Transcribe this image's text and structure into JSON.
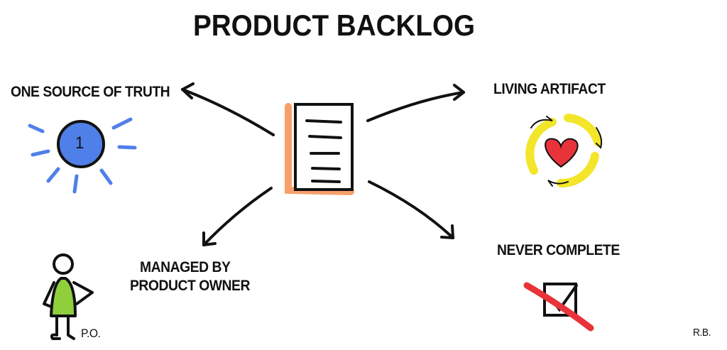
{
  "title": "PRODUCT BACKLOG",
  "nodes": {
    "source": {
      "label": "ONE SOURCE OF TRUTH",
      "badge": "1",
      "color": "#4f7fe8"
    },
    "living": {
      "label": "LIVING ARTIFACT",
      "heart_color": "#e8333a",
      "cycle_color": "#f3e52a"
    },
    "managed": {
      "line1": "MANAGED BY",
      "line2": "PRODUCT OWNER",
      "figure_label": "P.O.",
      "figure_color": "#8fcf3c"
    },
    "never": {
      "label": "NEVER COMPLETE",
      "slash_color": "#e8333a"
    }
  },
  "center": {
    "document_accent": "#f7a06c"
  },
  "signature": "R.B."
}
